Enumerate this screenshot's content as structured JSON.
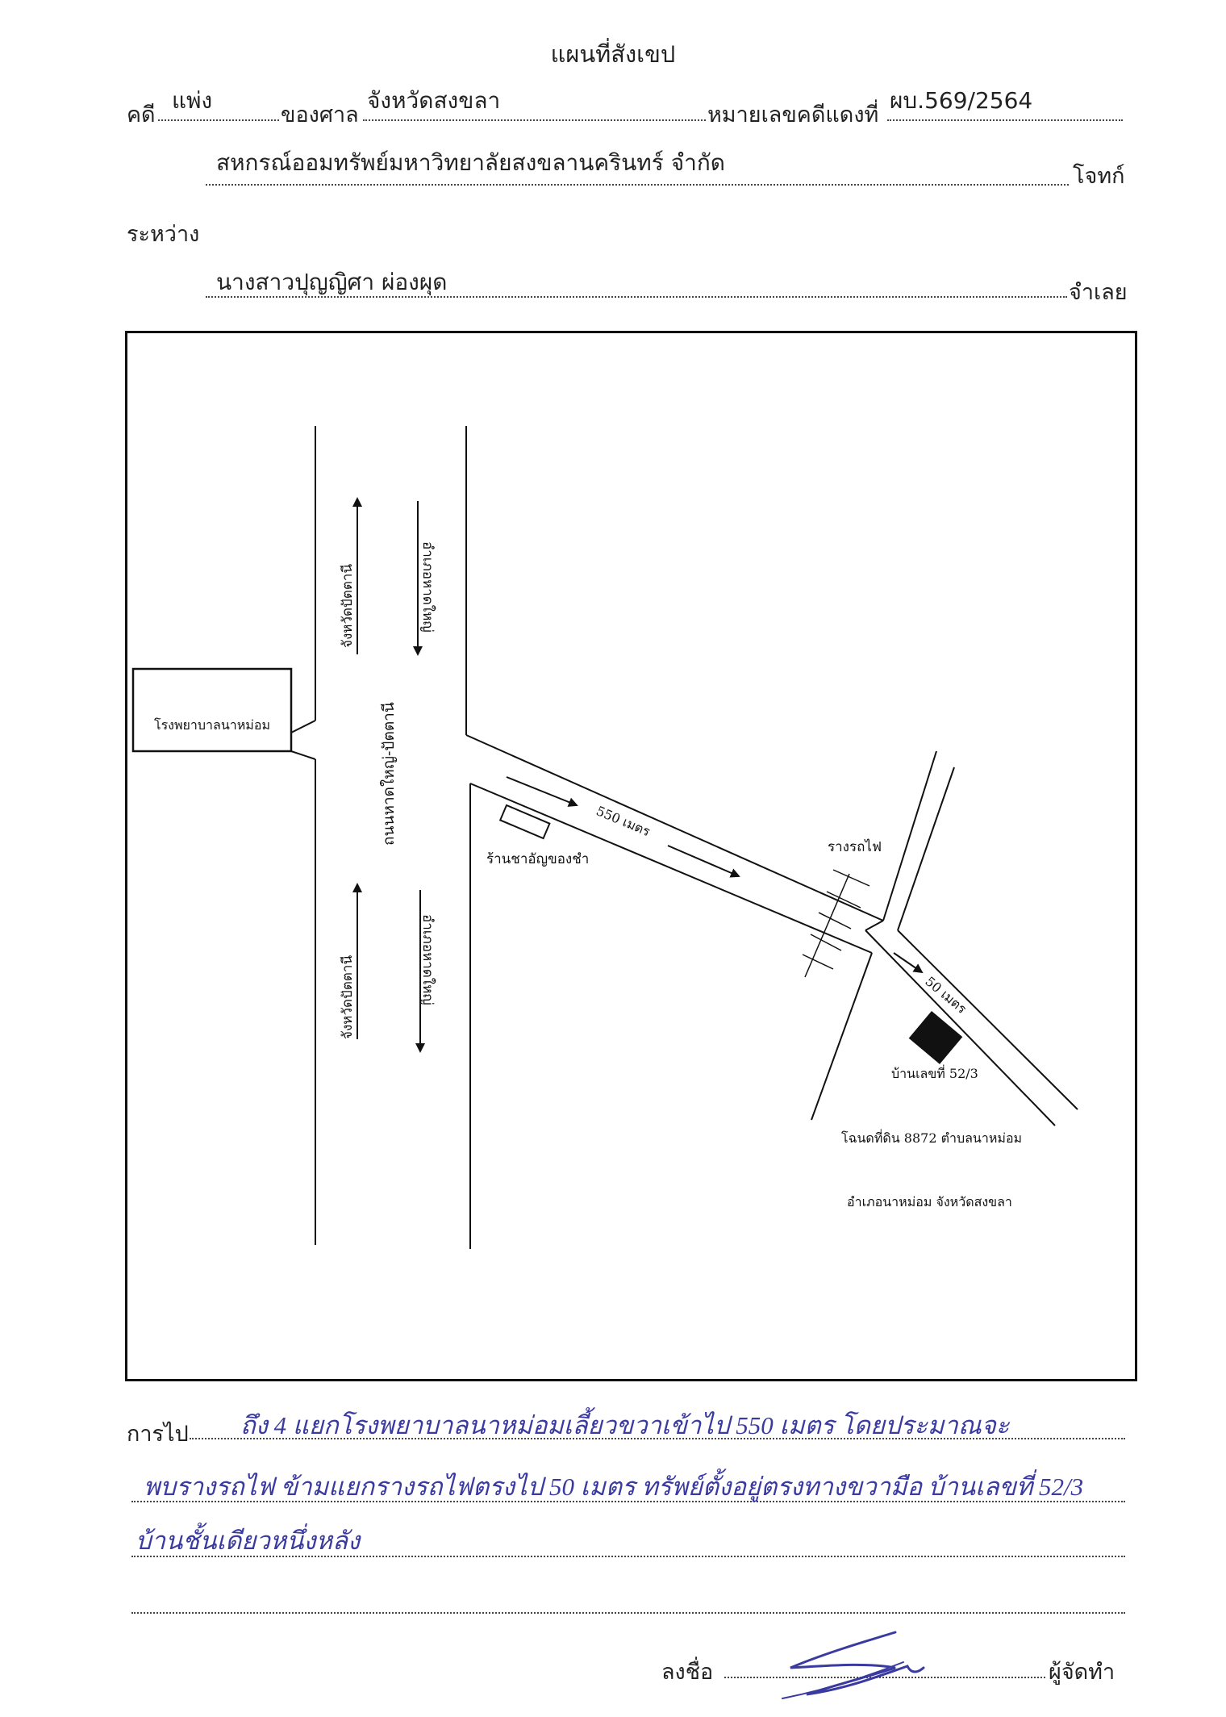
{
  "header": {
    "title": "แผนที่สังเขป",
    "case_label": "คดี",
    "case_type": "แพ่ง",
    "court_label": "ของศาล",
    "court_name": "จังหวัดสงขลา",
    "case_no_label": "หมายเลขคดีแดงที่",
    "case_no": "ผบ.569/2564",
    "plaintiff": "สหกรณ์ออมทรัพย์มหาวิทยาลัยสงขลานครินทร์ จำกัด",
    "plaintiff_label": "โจทก์",
    "between_label": "ระหว่าง",
    "defendant": "นางสาวปุญญิศา ผ่องผุด",
    "defendant_label": "จำเลย"
  },
  "map": {
    "hospital": "โรงพยาบาลนาหม่อม",
    "main_road": "ถนนหาดใหญ่-ปัตตานี",
    "dir_pattani_1": "จังหวัดปัตตานี",
    "dir_hatyai_1": "อำเภอหาดใหญ่",
    "dir_pattani_2": "จังหวัดปัตตานี",
    "dir_hatyai_2": "อำเภอหาดใหญ่",
    "distance_1": "550 เมตร",
    "shop": "ร้านชาอัญของชำ",
    "railway": "รางรถไฟ",
    "distance_2": "50 เมตร",
    "house": "บ้านเลขที่ 52/3",
    "deed": "โฉนดที่ดิน 8872 ตำบลนาหม่อม",
    "district": "อำเภอนาหม่อม จังหวัดสงขลา"
  },
  "directions": {
    "label": "การไป",
    "line1": "ถึง 4 แยกโรงพยาบาลนาหม่อมเลี้ยวขวาเข้าไป 550 เมตร โดยประมาณจะ",
    "line2": "พบรางรถไฟ ข้ามแยกรางรถไฟตรงไป 50 เมตร ทรัพย์ตั้งอยู่ตรงทางขวามือ บ้านเลขที่ 52/3",
    "line3": "บ้านชั้นเดียวหนึ่งหลัง"
  },
  "signature": {
    "label": "ลงชื่อ",
    "role": "ผู้จัดทำ"
  }
}
